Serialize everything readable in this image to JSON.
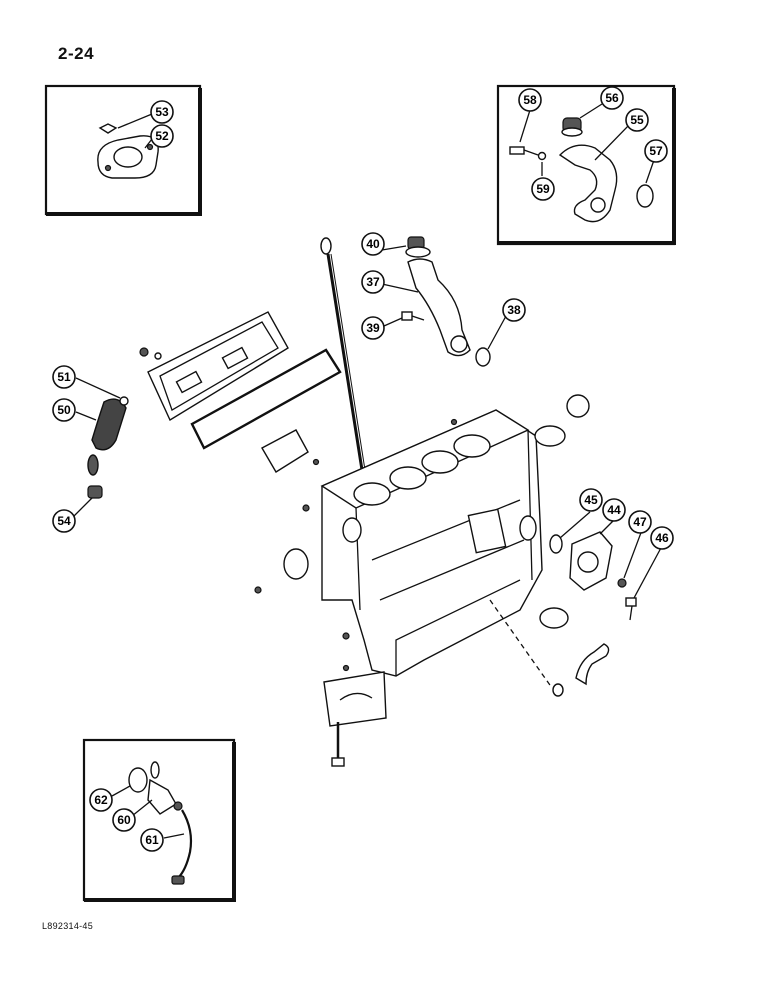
{
  "page": {
    "number": "2-24",
    "figure_id": "L892314-45"
  },
  "callouts": {
    "c53": "53",
    "c52": "52",
    "c58": "58",
    "c56": "56",
    "c55": "55",
    "c57": "57",
    "c59": "59",
    "c40": "40",
    "c37": "37",
    "c38": "38",
    "c39": "39",
    "c51": "51",
    "c50": "50",
    "c54": "54",
    "c45": "45",
    "c44": "44",
    "c47": "47",
    "c46": "46",
    "c62": "62",
    "c60": "60",
    "c61": "61"
  }
}
